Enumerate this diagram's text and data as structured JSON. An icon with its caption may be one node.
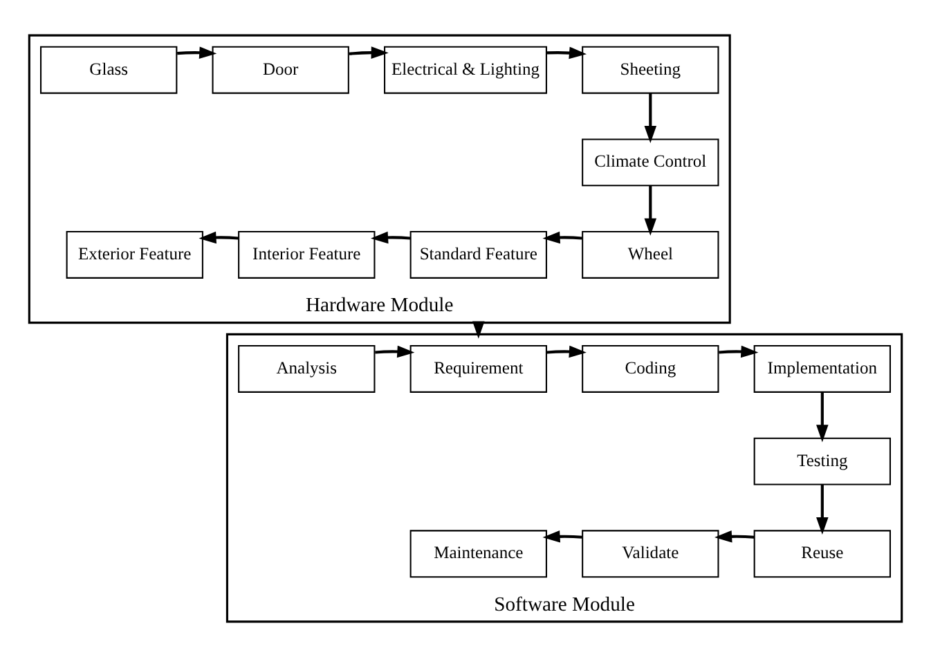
{
  "diagram": {
    "nodes": [
      {
        "text": [
          "Hardware Module"
        ]
      },
      {
        "text": [
          "Glass"
        ],
        "in": 0
      },
      {
        "text": [
          "Door"
        ],
        "in": 0
      },
      {
        "text": [
          "Electrical & Lighting"
        ],
        "in": 0
      },
      {
        "text": [
          "Sheeting"
        ],
        "in": 0
      },
      {
        "text": [
          "Climate Control"
        ],
        "in": 0
      },
      {
        "text": [
          "Wheel"
        ],
        "in": 0
      },
      {
        "text": [
          "Standard Feature"
        ],
        "in": 0
      },
      {
        "text": [
          "Interior Feature"
        ],
        "in": 0
      },
      {
        "text": [
          "Exterior Feature"
        ],
        "in": 0
      },
      {
        "text": [
          "Software Module"
        ]
      },
      {
        "text": [
          "Analysis"
        ],
        "in": 10
      },
      {
        "text": [
          "Requirement"
        ],
        "in": 10
      },
      {
        "text": [
          "Coding"
        ],
        "in": 10
      },
      {
        "text": [
          "Implementation"
        ],
        "in": 10
      },
      {
        "text": [
          "Testing"
        ],
        "in": 10
      },
      {
        "text": [
          "Reuse"
        ],
        "in": 10
      },
      {
        "text": [
          "Validate"
        ],
        "in": 10
      },
      {
        "text": [
          "Maintenance"
        ],
        "in": 10
      }
    ],
    "edges": [
      {
        "from": 1,
        "to": 2,
        "arrow": "to"
      },
      {
        "from": 2,
        "to": 3,
        "arrow": "to"
      },
      {
        "from": 3,
        "to": 4,
        "arrow": "to"
      },
      {
        "from": 4,
        "to": 5,
        "arrow": "to"
      },
      {
        "from": 5,
        "to": 6,
        "arrow": "to"
      },
      {
        "from": 6,
        "to": 7,
        "arrow": "to"
      },
      {
        "from": 7,
        "to": 8,
        "arrow": "to"
      },
      {
        "from": 8,
        "to": 9,
        "arrow": "to"
      },
      {
        "from": 0,
        "to": 10,
        "arrow": "to"
      },
      {
        "from": 11,
        "to": 12,
        "arrow": "to"
      },
      {
        "from": 12,
        "to": 13,
        "arrow": "to"
      },
      {
        "from": 13,
        "to": 14,
        "arrow": "to"
      },
      {
        "from": 14,
        "to": 15,
        "arrow": "to"
      },
      {
        "from": 15,
        "to": 16,
        "arrow": "to"
      },
      {
        "from": 16,
        "to": 17,
        "arrow": "to"
      },
      {
        "from": 17,
        "to": 18,
        "arrow": "to"
      }
    ]
  }
}
